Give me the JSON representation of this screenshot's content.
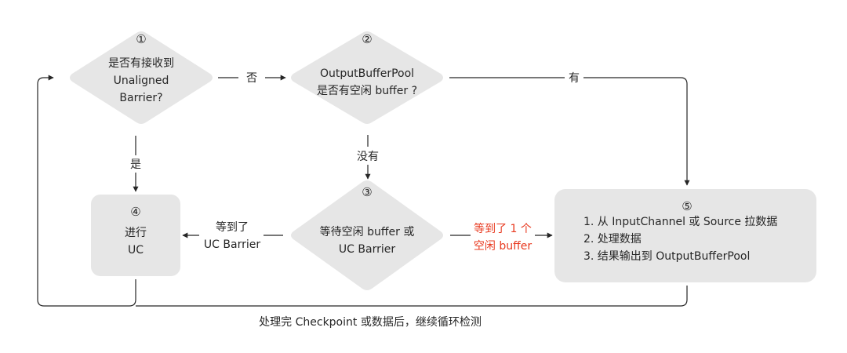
{
  "nodes": {
    "n1": {
      "number": "①",
      "lines": [
        "是否有接收到",
        "Unaligned",
        "Barrier?"
      ]
    },
    "n2": {
      "number": "②",
      "lines": [
        "OutputBufferPool",
        "是否有空闲 buffer ?"
      ]
    },
    "n3": {
      "number": "③",
      "lines": [
        "等待空闲 buffer 或",
        "UC Barrier"
      ]
    },
    "n4": {
      "number": "④",
      "lines": [
        "进行",
        "UC"
      ]
    },
    "n5": {
      "number": "⑤",
      "lines": [
        "1. 从 InputChannel 或 Source 拉数据",
        "2. 处理数据",
        "3. 结果输出到 OutputBufferPool"
      ]
    }
  },
  "edges": {
    "no": "否",
    "yes": "是",
    "has": "有",
    "none": "没有",
    "got_barrier": [
      "等到了",
      "UC Barrier"
    ],
    "got_buffer": [
      "等到了 1 个",
      "空闲 buffer"
    ]
  },
  "footer": "处理完 Checkpoint 或数据后，继续循环检测",
  "colors": {
    "node_fill": "#e6e6e6",
    "line": "#262626",
    "highlight": "#e8391f"
  }
}
